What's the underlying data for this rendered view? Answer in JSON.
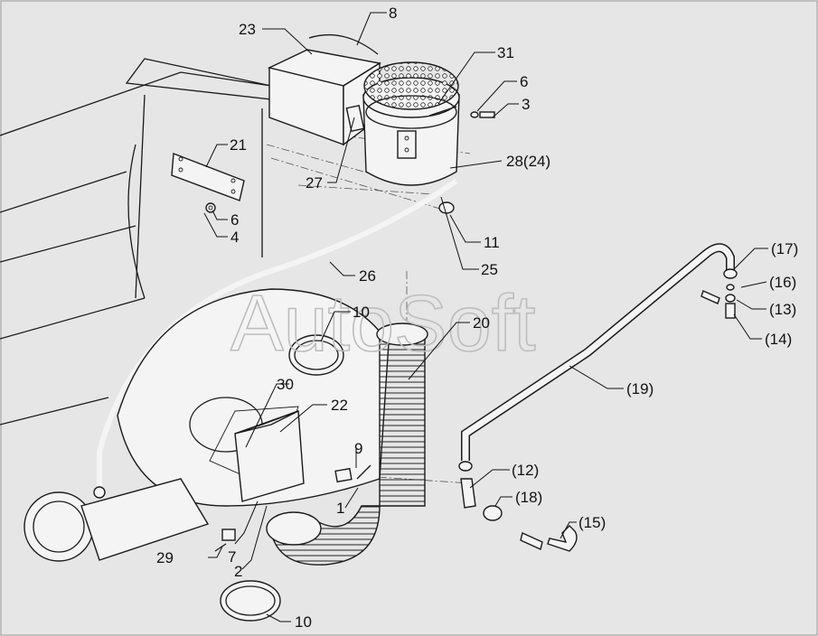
{
  "watermark": "AutoSoft",
  "callouts": [
    {
      "id": "c-23",
      "text": "23"
    },
    {
      "id": "c-8",
      "text": "8"
    },
    {
      "id": "c-31",
      "text": "31"
    },
    {
      "id": "c-6a",
      "text": "6"
    },
    {
      "id": "c-3",
      "text": "3"
    },
    {
      "id": "c-28",
      "text": "28(24)"
    },
    {
      "id": "c-21",
      "text": "21"
    },
    {
      "id": "c-6b",
      "text": "6"
    },
    {
      "id": "c-4",
      "text": "4"
    },
    {
      "id": "c-27",
      "text": "27"
    },
    {
      "id": "c-11",
      "text": "11"
    },
    {
      "id": "c-25",
      "text": "25"
    },
    {
      "id": "c-26",
      "text": "26"
    },
    {
      "id": "c-17",
      "text": "(17)"
    },
    {
      "id": "c-16",
      "text": "(16)"
    },
    {
      "id": "c-13",
      "text": "(13)"
    },
    {
      "id": "c-14",
      "text": "(14)"
    },
    {
      "id": "c-10a",
      "text": "10"
    },
    {
      "id": "c-20",
      "text": "20"
    },
    {
      "id": "c-30",
      "text": "30"
    },
    {
      "id": "c-22",
      "text": "22"
    },
    {
      "id": "c-19",
      "text": "(19)"
    },
    {
      "id": "c-9",
      "text": "9"
    },
    {
      "id": "c-1",
      "text": "1"
    },
    {
      "id": "c-12",
      "text": "(12)"
    },
    {
      "id": "c-18",
      "text": "(18)"
    },
    {
      "id": "c-15",
      "text": "(15)"
    },
    {
      "id": "c-29",
      "text": "29"
    },
    {
      "id": "c-7",
      "text": "7"
    },
    {
      "id": "c-2",
      "text": "2"
    },
    {
      "id": "c-10b",
      "text": "10"
    }
  ]
}
